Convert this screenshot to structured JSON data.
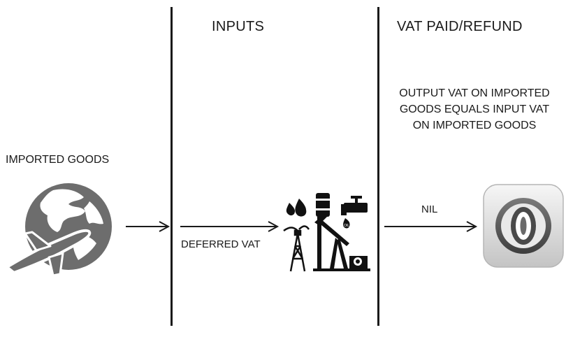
{
  "columns": {
    "inputs_title": "INPUTS",
    "vat_title": "VAT PAID/REFUND"
  },
  "source": {
    "label": "IMPORTED GOODS",
    "icon": "globe-airplane-icon"
  },
  "middle": {
    "flow_label": "DEFERRED VAT",
    "icon": "oil-industry-icon"
  },
  "result": {
    "note_lines": [
      "OUTPUT VAT ON IMPORTED",
      "GOODS EQUALS INPUT VAT",
      "ON IMPORTED GOODS"
    ],
    "flow_label": "NIL",
    "icon": "zero-badge-icon",
    "badge_text": "0"
  },
  "colors": {
    "line": "#1a1a1a",
    "globe": "#6d6d6d",
    "badge_face": "#e6e6e6",
    "badge_ring": "#5a5a5a"
  }
}
